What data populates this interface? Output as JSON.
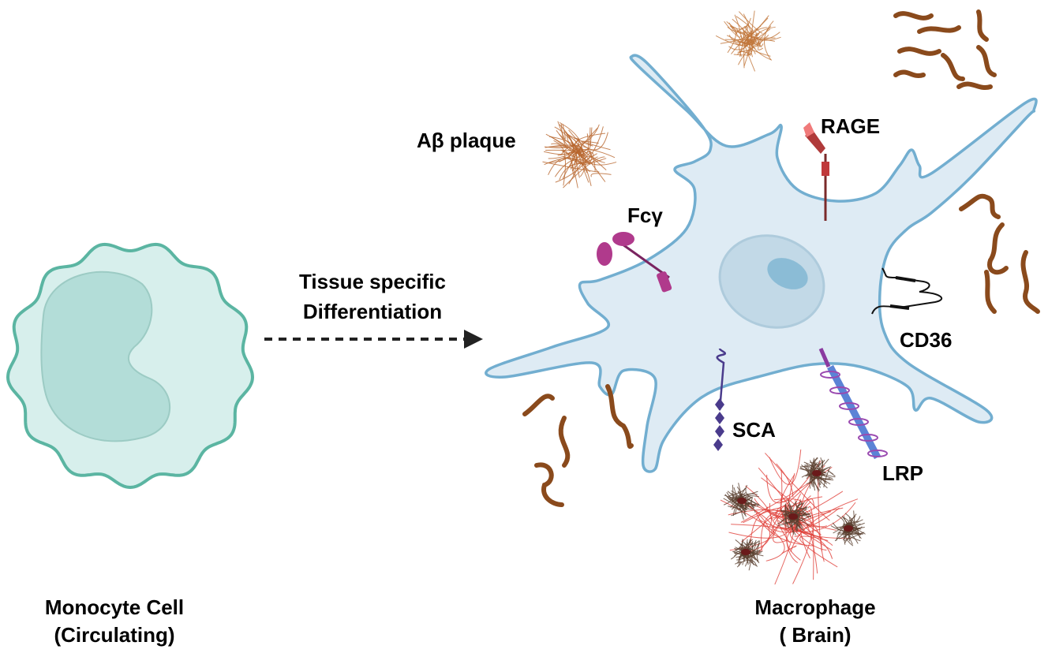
{
  "labels": {
    "arrow_line1": "Tissue specific",
    "arrow_line2": "Differentiation",
    "plaque": "Aβ plaque",
    "rage": "RAGE",
    "fcg": "Fcγ",
    "cd36": "CD36",
    "sca": "SCA",
    "lrp": "LRP",
    "monocyte_title": "Monocyte Cell",
    "monocyte_sub": "(Circulating)",
    "macrophage_title": "Macrophage",
    "macrophage_sub": "( Brain)"
  },
  "colors": {
    "monocyte_fill": "#d7efec",
    "monocyte_stroke": "#5bb5a2",
    "monocyte_nucleus": "#b3ddd8",
    "macrophage_fill": "#deebf4",
    "macrophage_stroke": "#72aed0",
    "macrophage_nucleus": "#c2d9e7",
    "nucleolus": "#8bbcd6",
    "amyloid_fiber": "#8a4a1c",
    "rage": "#c0393b",
    "fcg": "#b03a8c",
    "sca": "#4a3b8c",
    "lrp": "#5b83d6"
  }
}
